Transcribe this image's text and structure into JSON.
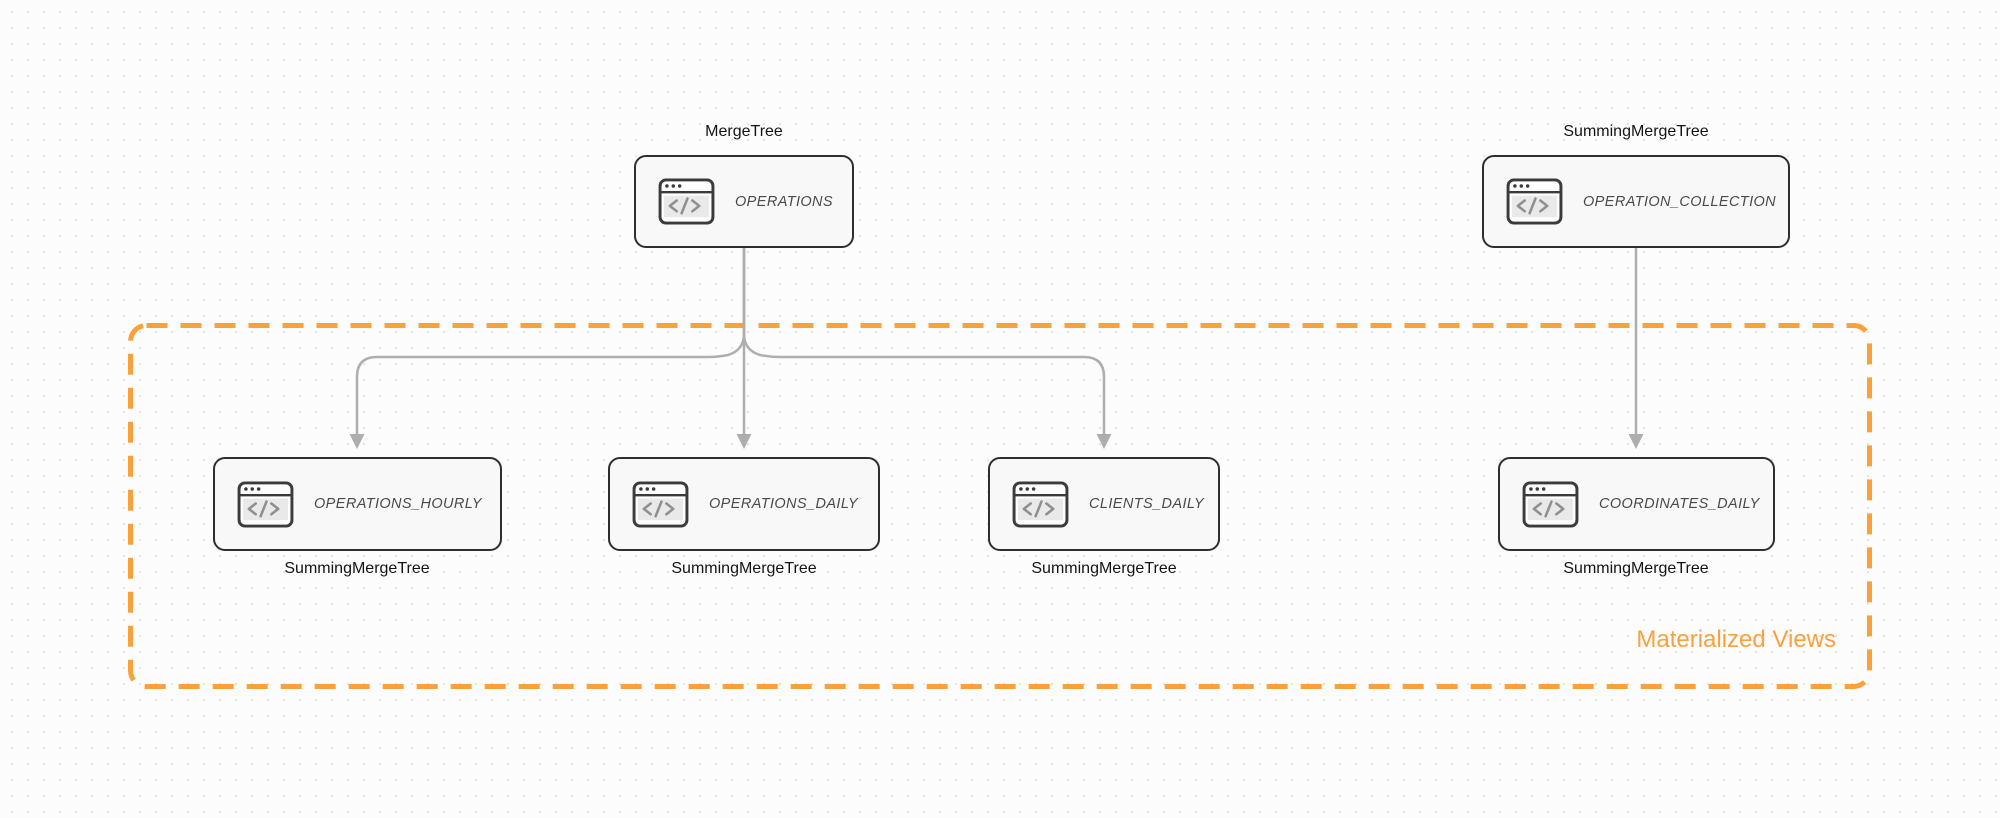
{
  "diagram": {
    "group": {
      "label": "Materialized Views",
      "members": [
        "OPERATIONS_HOURLY",
        "OPERATIONS_DAILY",
        "CLIENTS_DAILY",
        "COORDINATES_DAILY"
      ]
    },
    "nodes": [
      {
        "id": "operations",
        "label": "OPERATIONS",
        "engine": "MergeTree",
        "engine_position": "top",
        "icon": "code-window-icon"
      },
      {
        "id": "operation_collection",
        "label": "OPERATION_COLLECTION",
        "engine": "SummingMergeTree",
        "engine_position": "top",
        "icon": "code-window-icon"
      },
      {
        "id": "operations_hourly",
        "label": "OPERATIONS_HOURLY",
        "engine": "SummingMergeTree",
        "engine_position": "bottom",
        "icon": "code-window-icon"
      },
      {
        "id": "operations_daily",
        "label": "OPERATIONS_DAILY",
        "engine": "SummingMergeTree",
        "engine_position": "bottom",
        "icon": "code-window-icon"
      },
      {
        "id": "clients_daily",
        "label": "CLIENTS_DAILY",
        "engine": "SummingMergeTree",
        "engine_position": "bottom",
        "icon": "code-window-icon"
      },
      {
        "id": "coordinates_daily",
        "label": "COORDINATES_DAILY",
        "engine": "SummingMergeTree",
        "engine_position": "bottom",
        "icon": "code-window-icon"
      }
    ],
    "edges": [
      {
        "from": "OPERATIONS",
        "to": "OPERATIONS_HOURLY"
      },
      {
        "from": "OPERATIONS",
        "to": "OPERATIONS_DAILY"
      },
      {
        "from": "OPERATIONS",
        "to": "CLIENTS_DAILY"
      },
      {
        "from": "OPERATION_COLLECTION",
        "to": "COORDINATES_DAILY"
      }
    ],
    "colors": {
      "accent_orange": "#f9a23b",
      "node_border": "#2e2e2e",
      "node_background": "#f8f8f8",
      "node_label_text": "#4a4a4a",
      "engine_label_text": "#141414",
      "edge_gray": "#aeaeae",
      "canvas_background": "#fcfcfc",
      "dot_grid": "#e3e3e7"
    }
  }
}
